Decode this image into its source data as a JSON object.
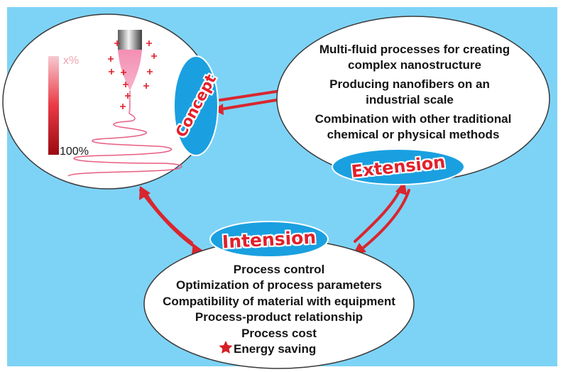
{
  "concept": {
    "label": "Concept",
    "scale_top": "x%",
    "scale_bottom": "100%"
  },
  "extension": {
    "label": "Extension",
    "items": [
      "Multi-fluid processes for creating complex nanostructure",
      "Producing nanofibers on an industrial scale",
      "Combination with other traditional chemical or physical methods"
    ]
  },
  "intension": {
    "label": "Intension",
    "items": [
      "Process control",
      "Optimization of process parameters",
      "Compatibility of material with equipment",
      "Process-product relationship",
      "Process cost"
    ],
    "starred_item": "Energy saving"
  },
  "colors": {
    "background": "#7dd3f6",
    "badge": "#1aa0e0",
    "label_red": "#e3202a",
    "arrow_red": "#d9262e",
    "star": "#d61f26"
  }
}
